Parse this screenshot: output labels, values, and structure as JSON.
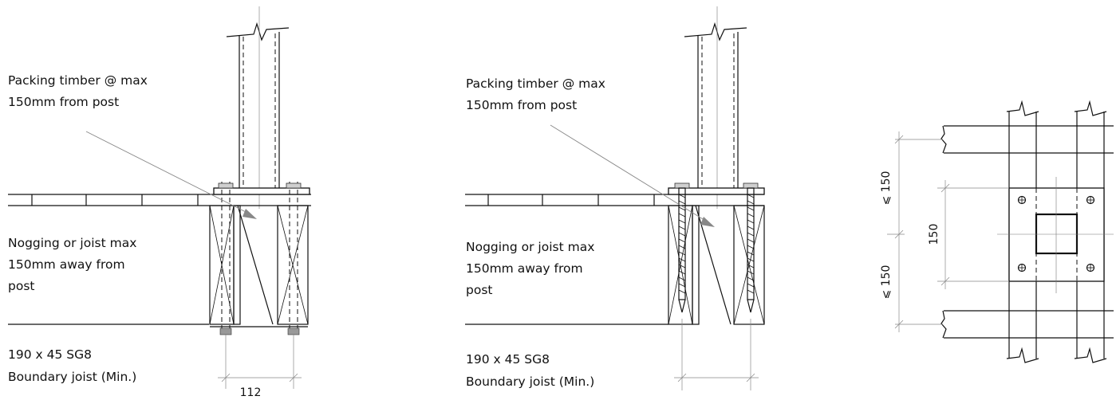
{
  "details": {
    "left": {
      "packing_label": [
        "Packing timber @ max",
        "150mm from post"
      ],
      "nogging_label": [
        "Nogging or joist max",
        "150mm away from",
        "post"
      ],
      "boundary_label": [
        "190 x 45 SG8",
        "Boundary joist (Min.)"
      ],
      "bolt_spacing_dim": "112"
    },
    "middle": {
      "packing_label": [
        "Packing timber @ max",
        "150mm from post"
      ],
      "nogging_label": [
        "Nogging or joist max",
        "150mm away from",
        "post"
      ],
      "boundary_label": [
        "190 x 45 SG8",
        "Boundary joist (Min.)"
      ]
    },
    "plan": {
      "dim_top": "⩽ 150",
      "dim_plate": "150",
      "dim_bottom": "⩽ 150"
    }
  }
}
